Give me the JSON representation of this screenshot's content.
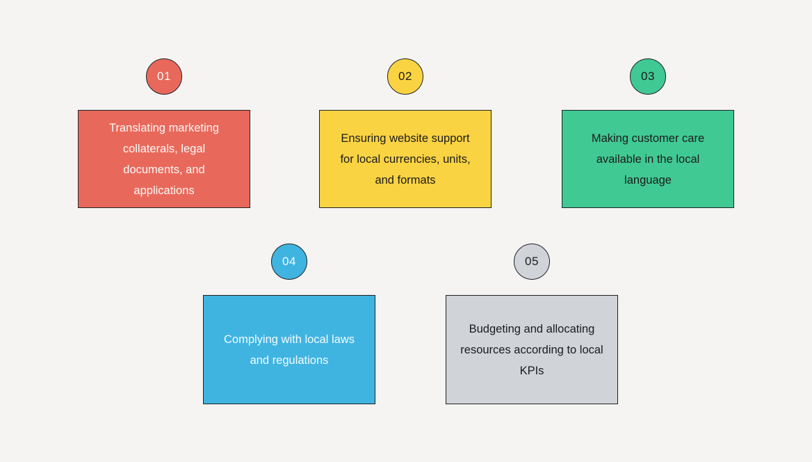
{
  "page": {
    "background_color": "#f5f4f2",
    "border_color": "#1e2126"
  },
  "diagram": {
    "type": "numbered-steps",
    "steps": [
      {
        "number": "01",
        "label": "Translating marketing collaterals, legal documents, and applications",
        "fill": "#e8695b",
        "text_color": "#fdf8f6"
      },
      {
        "number": "02",
        "label": "Ensuring website support for local currencies, units, and formats",
        "fill": "#fad343",
        "text_color": "#1b1b1b"
      },
      {
        "number": "03",
        "label": "Making customer care available in the local language",
        "fill": "#41c993",
        "text_color": "#1b1b1b"
      },
      {
        "number": "04",
        "label": "Complying with local laws and regulations",
        "fill": "#40b4e1",
        "text_color": "#f3fbff"
      },
      {
        "number": "05",
        "label": "Budgeting and allocating resources according to local KPIs",
        "fill": "#d0d4d9",
        "text_color": "#1b1b1b"
      }
    ]
  }
}
